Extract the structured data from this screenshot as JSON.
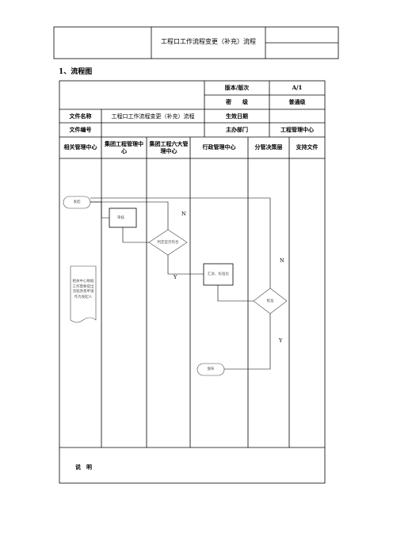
{
  "header": {
    "doc_title": "工程口工作流程变更（补充）流程"
  },
  "section": {
    "heading": "1、流程图"
  },
  "info_table": {
    "version_label": "版本/版次",
    "version_value": "A/1",
    "secrecy_label": "密　　级",
    "secrecy_value": "普通级",
    "file_name_label": "文件名称",
    "file_name_value": "工程口工作流程变更（补充）流程",
    "effective_date_label": "生效日期",
    "effective_date_value": "",
    "file_number_label": "文件编号",
    "file_number_value": "",
    "dept_label": "主办部门",
    "dept_value": "工程管理中心"
  },
  "lanes": [
    {
      "label": "相关管理中心"
    },
    {
      "label": "集团工程管理中心"
    },
    {
      "label": "集团工程六大管理中心"
    },
    {
      "label": "行政管理中心"
    },
    {
      "label": "分管决策层"
    },
    {
      "label": "支持文件"
    }
  ],
  "flow": {
    "start": "发起",
    "review": "审核",
    "decide_scope": "判定是否符合",
    "summarize": "汇总、标准化",
    "approve": "批准",
    "publish": "颁布",
    "doc_note": "相关中心根据工作需要提出流程改善申请作为发起人",
    "n_label_1": "N",
    "y_label_1": "Y",
    "n_label_2": "N",
    "y_label_2": "Y"
  },
  "footer": {
    "notes_label": "说　明"
  }
}
